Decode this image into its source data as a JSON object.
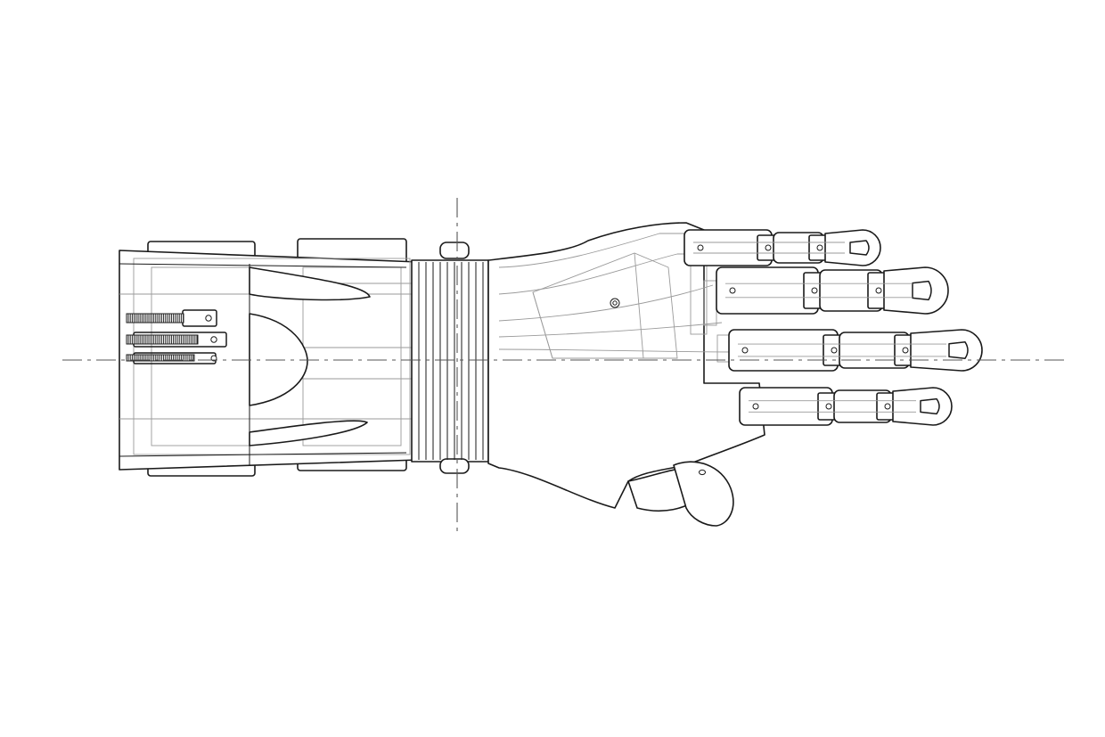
{
  "drawing": {
    "subject": "prosthetic-hand-assembly",
    "view": "top",
    "line_color": "#1a1a1a",
    "hidden_line_color": "#9a9a9a",
    "background": "#ffffff",
    "finger_count": 4,
    "finger_segments": 3
  }
}
